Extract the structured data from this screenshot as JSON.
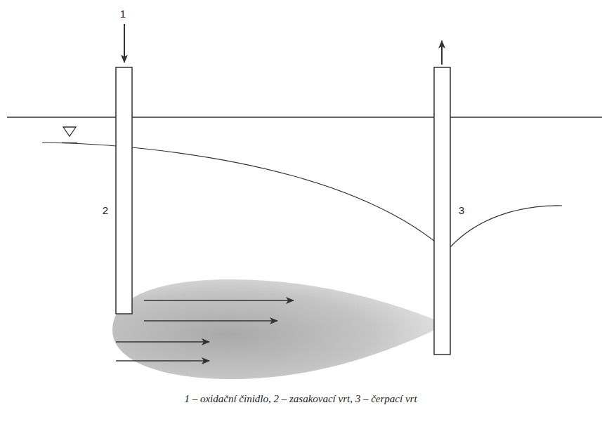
{
  "diagram": {
    "caption": "1 – oxidační činidlo, 2 – zasakovací vrt, 3 – čerpací vrt",
    "labels": [
      "1",
      "2",
      "3"
    ]
  }
}
